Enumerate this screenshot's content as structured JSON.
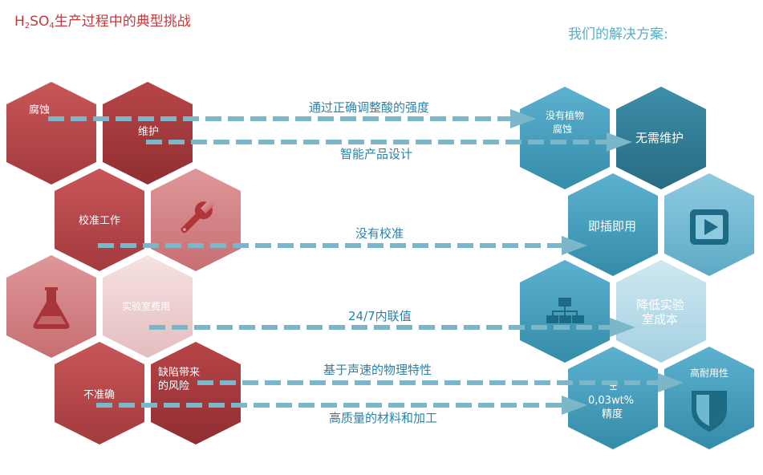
{
  "titles": {
    "left_prefix": "H",
    "left_sub1": "2",
    "left_mid": "SO",
    "left_sub2": "4",
    "left_rest": "生产过程中的典型挑战",
    "right": "我们的解决方案:"
  },
  "colors": {
    "red_dark": "#a8383c",
    "red_mid": "#b84a4c",
    "red_light": "#d6868a",
    "red_pale": "#efd3d4",
    "blue_dark": "#2f7d95",
    "blue_mid": "#3e9ab8",
    "blue_light": "#71bcd6",
    "blue_pale": "#a9d6e6",
    "arrow": "#7bb7c8",
    "arrow_text": "#2a82a8"
  },
  "challenges": [
    {
      "id": "corrosion",
      "label": "腐蚀"
    },
    {
      "id": "maintenance",
      "label": "维护"
    },
    {
      "id": "calibration",
      "label": "校准工作"
    },
    {
      "id": "wrench",
      "icon": "wrench-icon"
    },
    {
      "id": "flask",
      "icon": "flask-icon"
    },
    {
      "id": "lab",
      "label": "实验室费用"
    },
    {
      "id": "inaccurate",
      "label": "不准确"
    },
    {
      "id": "defect",
      "label_line1": "缺陷带来",
      "label_line2": "的风险"
    }
  ],
  "solutions": [
    {
      "id": "no-plant-corrosion",
      "label_line1": "没有植物",
      "label_line2": "腐蚀"
    },
    {
      "id": "no-maintenance",
      "label": "无需维护"
    },
    {
      "id": "plug-and-play",
      "label": "即插即用"
    },
    {
      "id": "play",
      "icon": "play-icon"
    },
    {
      "id": "network",
      "icon": "network-icon"
    },
    {
      "id": "lower-lab-cost",
      "label_line1": "降低实验",
      "label_line2": "室成本"
    },
    {
      "id": "accuracy",
      "label_line1": "±",
      "label_line2": "0,03wt%",
      "label_line3": "精度"
    },
    {
      "id": "high-durability",
      "label": "高耐用性"
    },
    {
      "id": "shield",
      "icon": "shield-icon"
    }
  ],
  "arrows": [
    {
      "label": "通过正确调整酸的强度"
    },
    {
      "label": "智能产品设计"
    },
    {
      "label": "没有校准"
    },
    {
      "label": "24/7内联值"
    },
    {
      "label": "基于声速的物理特性"
    },
    {
      "label": "高质量的材料和加工"
    }
  ]
}
